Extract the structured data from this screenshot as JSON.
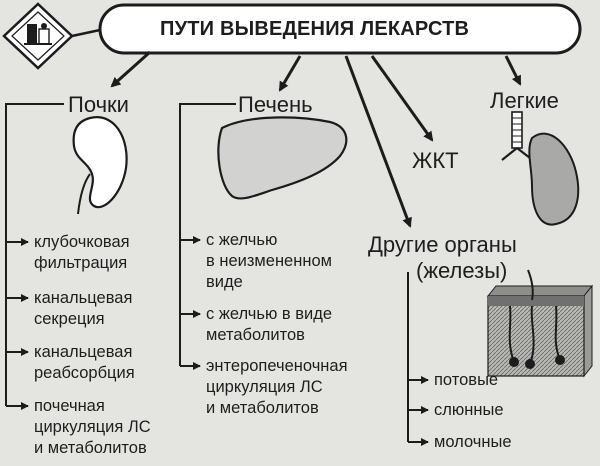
{
  "title": "ПУТИ ВЫВЕДЕНИЯ ЛЕКАРСТВ",
  "branches": {
    "kidneys": {
      "label": "Почки",
      "items": [
        [
          "клубочковая",
          "фильтрация"
        ],
        [
          "канальцевая",
          "секреция"
        ],
        [
          "канальцевая",
          "реабсорбция"
        ],
        [
          "почечная",
          "циркуляция ЛС",
          "и метаболитов"
        ]
      ]
    },
    "liver": {
      "label": "Печень",
      "items": [
        [
          "с желчью",
          "в неизмененном",
          "виде"
        ],
        [
          "с желчью в виде",
          "метаболитов"
        ],
        [
          "энтеропеченочная",
          "циркуляция ЛС",
          "и метаболитов"
        ]
      ]
    },
    "git": {
      "label": "ЖКТ"
    },
    "lungs": {
      "label": "Легкие"
    },
    "other": {
      "label_line1": "Другие органы",
      "label_line2": "(железы)",
      "items": [
        "потовые",
        "слюнные",
        "молочные"
      ]
    }
  },
  "colors": {
    "ink": "#1c1c1c",
    "banner_fill": "#ffffff",
    "organ_fill": "#d2d2d0",
    "lung_fill": "#a9a9a7",
    "background": "#e4e4e1"
  },
  "icons": [
    "medicine-logo-icon",
    "kidney-icon",
    "liver-icon",
    "lungs-icon",
    "skin-gland-icon"
  ]
}
